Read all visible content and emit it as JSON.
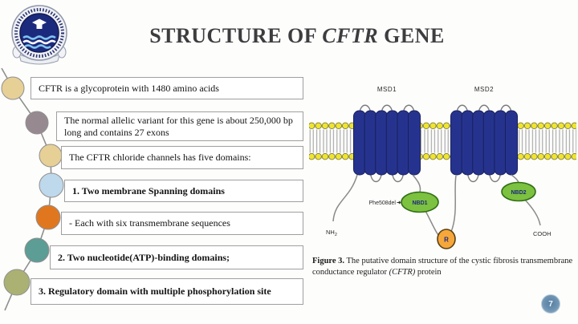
{
  "slide": {
    "title_prefix": "STRUCTURE OF ",
    "title_italic": "CFTR",
    "title_suffix": " GENE",
    "page_number": "7"
  },
  "list": {
    "items": [
      {
        "text": "CFTR is a glycoprotein with 1480 amino acids",
        "color": "#e7d096"
      },
      {
        "text": "The normal allelic variant for this gene is about 250,000 bp long and contains 27 exons",
        "color": "#968a90"
      },
      {
        "text": "The CFTR chloride channels has five domains:",
        "color": "#e7d096"
      },
      {
        "text": "1. Two membrane Spanning domains",
        "color": "#bed8ec"
      },
      {
        "text": "- Each with six transmembrane sequences",
        "color": "#e0771f"
      },
      {
        "text": "2. Two nucleotide(ATP)-binding domains;",
        "color": "#5c9d95"
      },
      {
        "text": "3. Regulatory domain with multiple phosphorylation site",
        "color": "#abb173"
      }
    ]
  },
  "diagram": {
    "msd1_label": "MSD1",
    "msd2_label": "MSD2",
    "nbd1_label": "NBD1",
    "nbd2_label": "NBD2",
    "r_label": "R",
    "phe_label": "Phe508del",
    "nh_main": "NH",
    "nh_sub": "2",
    "cooh_label": "COOH",
    "colors": {
      "cylinder": "#26338e",
      "cylinder_stroke": "#17205c",
      "lipid_head": "#efe431",
      "nbd_fill": "#7cc140",
      "nbd_stroke": "#2f6e13",
      "r_fill": "#f6a73c",
      "r_stroke": "#584010"
    },
    "caption_bold": "Figure 3.",
    "caption_text": " The putative domain structure of the cystic fibrosis transmembrane conductance regulator ",
    "caption_italic": "(CFTR)",
    "caption_tail": " protein"
  }
}
